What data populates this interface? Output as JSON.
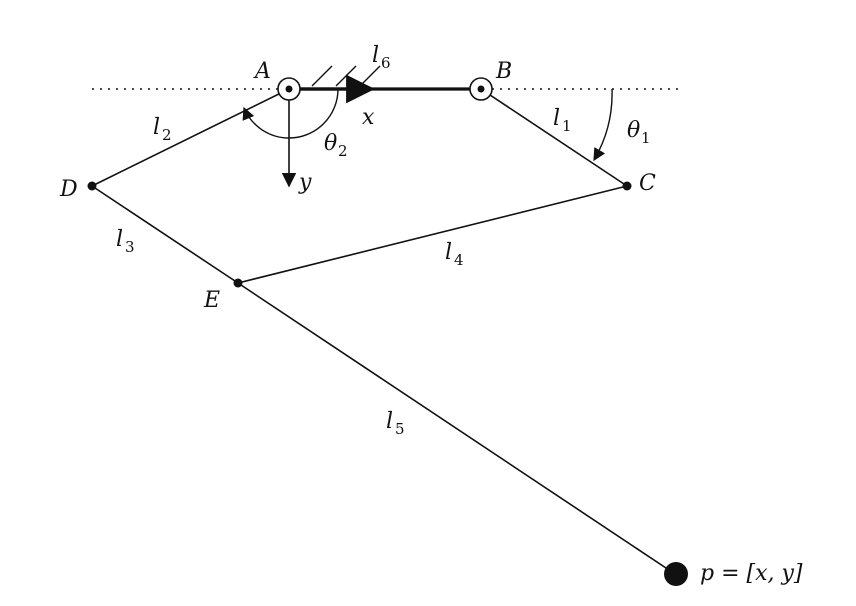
{
  "labels": {
    "A": "A",
    "B": "B",
    "C": "C",
    "D": "D",
    "E": "E",
    "x_axis": "x",
    "y_axis": "y",
    "l1": "l",
    "l1_sub": "1",
    "l2": "l",
    "l2_sub": "2",
    "l3": "l",
    "l3_sub": "3",
    "l4": "l",
    "l4_sub": "4",
    "l5": "l",
    "l5_sub": "5",
    "l6": "l",
    "l6_sub": "6",
    "theta1": "θ",
    "theta1_sub": "1",
    "theta2": "θ",
    "theta2_sub": "2",
    "endpoint": "p = [x, y]"
  },
  "colors": {
    "ink": "#111111",
    "background": "#ffffff"
  }
}
